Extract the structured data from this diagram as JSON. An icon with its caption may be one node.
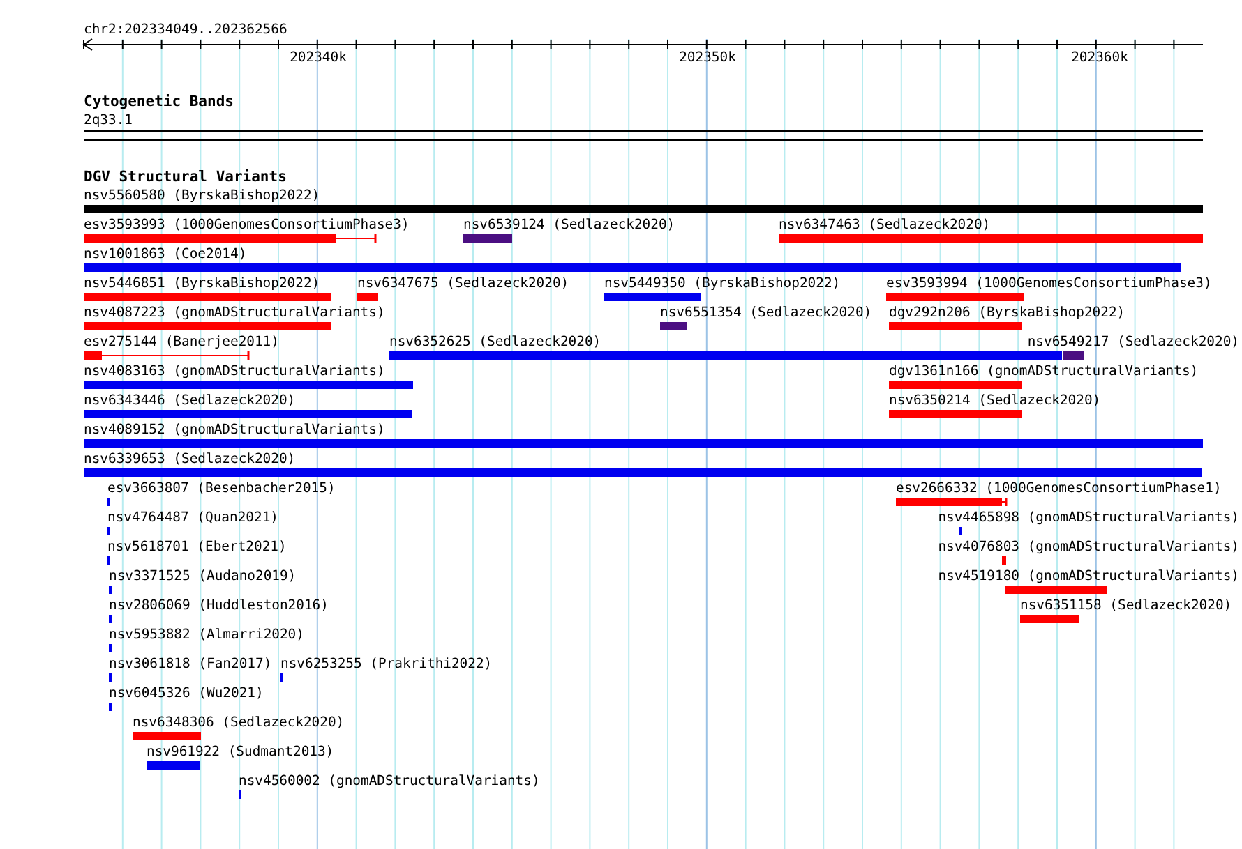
{
  "diagram": {
    "labels": [
      "chr2:202334049..202362566",
      "202340k",
      "202350k",
      "202360k",
      "Cytogenetic Bands",
      "2q33.1",
      "DGV Structural Variants",
      "nsv5560580 (ByrskaBishop2022)",
      "esv3593993 (1000GenomesConsortiumPhase3)",
      "nsv6539124 (Sedlazeck2020)",
      "nsv6347463 (Sedlazeck2020)",
      "nsv1001863 (Coe2014)",
      "nsv5446851 (ByrskaBishop2022)",
      "nsv6347675 (Sedlazeck2020)",
      "nsv5449350 (ByrskaBishop2022)",
      "esv3593994 (1000GenomesConsortiumPhase3)",
      "nsv4087223 (gnomADStructuralVariants)",
      "nsv6551354 (Sedlazeck2020)",
      "dgv292n206 (ByrskaBishop2022)",
      "esv275144 (Banerjee2011)",
      "nsv6352625 (Sedlazeck2020)",
      "nsv6549217 (Sedlazeck2020)",
      "nsv4083163 (gnomADStructuralVariants)",
      "dgv1361n166 (gnomADStructuralVariants)",
      "nsv6343446 (Sedlazeck2020)",
      "nsv6350214 (Sedlazeck2020)",
      "nsv4089152 (gnomADStructuralVariants)",
      "nsv6339653 (Sedlazeck2020)",
      "esv3663807 (Besenbacher2015)",
      "esv2666332 (1000GenomesConsortiumPhase1)",
      "nsv4764487 (Quan2021)",
      "nsv4465898 (gnomADStructuralVariants)",
      "nsv5618701 (Ebert2021)",
      "nsv4076803 (gnomADStructuralVariants)",
      "nsv3371525 (Audano2019)",
      "nsv4519180 (gnomADStructuralVariants)",
      "nsv2806069 (Huddleston2016)",
      "nsv6351158 (Sedlazeck2020)",
      "nsv5953882 (Almarri2020)",
      "nsv3061818 (Fan2017)",
      "nsv6253255 (Prakrithi2022)",
      "nsv6045326 (Wu2021)",
      "nsv6348306 (Sedlazeck2020)",
      "nsv961922 (Sudmant2013)",
      "nsv4560002 (gnomADStructuralVariants)"
    ]
  }
}
